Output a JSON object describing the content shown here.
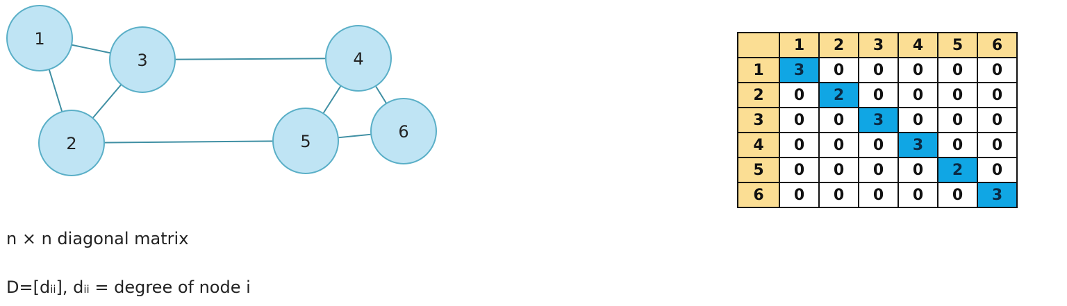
{
  "graph": {
    "node_color": "#bfe4f4",
    "node_stroke": "#5aafc7",
    "edge_color": "#3f8fa3",
    "nodes": [
      {
        "id": "1",
        "label": "1"
      },
      {
        "id": "2",
        "label": "2"
      },
      {
        "id": "3",
        "label": "3"
      },
      {
        "id": "4",
        "label": "4"
      },
      {
        "id": "5",
        "label": "5"
      },
      {
        "id": "6",
        "label": "6"
      }
    ],
    "edges": [
      [
        "1",
        "3"
      ],
      [
        "1",
        "2"
      ],
      [
        "2",
        "3"
      ],
      [
        "3",
        "4"
      ],
      [
        "2",
        "5"
      ],
      [
        "4",
        "5"
      ],
      [
        "4",
        "6"
      ],
      [
        "5",
        "6"
      ]
    ]
  },
  "caption": {
    "line1": "n × n diagonal matrix",
    "line2_prefix": "D=[d",
    "line2_sub1": "ii",
    "line2_mid": "], d",
    "line2_sub2": "ii",
    "line2_suffix": " = degree of node i"
  },
  "matrix": {
    "header_color": "#fbde94",
    "diagonal_color": "#10a6e4",
    "column_headers": [
      "1",
      "2",
      "3",
      "4",
      "5",
      "6"
    ],
    "row_headers": [
      "1",
      "2",
      "3",
      "4",
      "5",
      "6"
    ],
    "rows": [
      [
        "3",
        "0",
        "0",
        "0",
        "0",
        "0"
      ],
      [
        "0",
        "2",
        "0",
        "0",
        "0",
        "0"
      ],
      [
        "0",
        "0",
        "3",
        "0",
        "0",
        "0"
      ],
      [
        "0",
        "0",
        "0",
        "3",
        "0",
        "0"
      ],
      [
        "0",
        "0",
        "0",
        "0",
        "2",
        "0"
      ],
      [
        "0",
        "0",
        "0",
        "0",
        "0",
        "3"
      ]
    ]
  }
}
